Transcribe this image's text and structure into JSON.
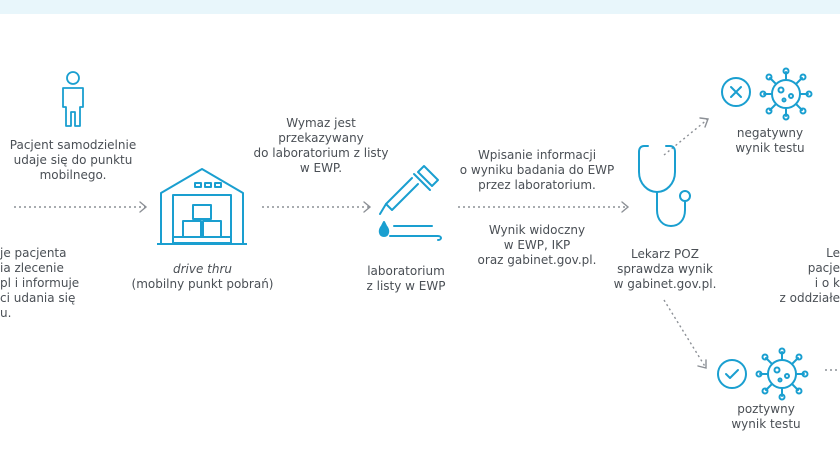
{
  "colors": {
    "accent": "#1a9fd0",
    "arrow": "#8c9096",
    "text": "#4a4f55",
    "topbar": "#e8f6fb"
  },
  "patient": {
    "lines": [
      "Pacjent samodzielnie",
      "udaje się do punktu",
      "mobilnego."
    ]
  },
  "left_cut": {
    "lines": [
      "je pacjenta",
      "ia zlecenie",
      "pl i informuje",
      "ci udania się",
      "u."
    ]
  },
  "drive": {
    "title": "drive thru",
    "subtitle": "(mobilny punkt pobrań)"
  },
  "swab": {
    "lines": [
      "Wymaz jest",
      "przekazywany",
      "do laboratorium z listy",
      "w EWP."
    ]
  },
  "lab": {
    "lines": [
      "laboratorium",
      "z listy w EWP"
    ]
  },
  "entry": {
    "lines": [
      "Wpisanie informacji",
      "o wyniku badania do EWP",
      "przez laboratorium."
    ]
  },
  "visible": {
    "lines": [
      "Wynik  widoczny",
      "w EWP, IKP",
      "oraz gabinet.gov.pl."
    ]
  },
  "doctor": {
    "lines": [
      "Lekarz POZ",
      "sprawdza wynik",
      "w gabinet.gov.pl."
    ]
  },
  "negative": {
    "lines": [
      "negatywny",
      "wynik testu"
    ]
  },
  "positive": {
    "lines": [
      "poztywny",
      "wynik testu"
    ]
  },
  "right_cut": {
    "lines": [
      "Le",
      "pacje",
      "i o k",
      "z oddziałe"
    ]
  },
  "icons": [
    "person-icon",
    "warehouse-icon",
    "pipette-icon",
    "stethoscope-icon",
    "x-circle-icon",
    "check-circle-icon",
    "virus-icon"
  ]
}
